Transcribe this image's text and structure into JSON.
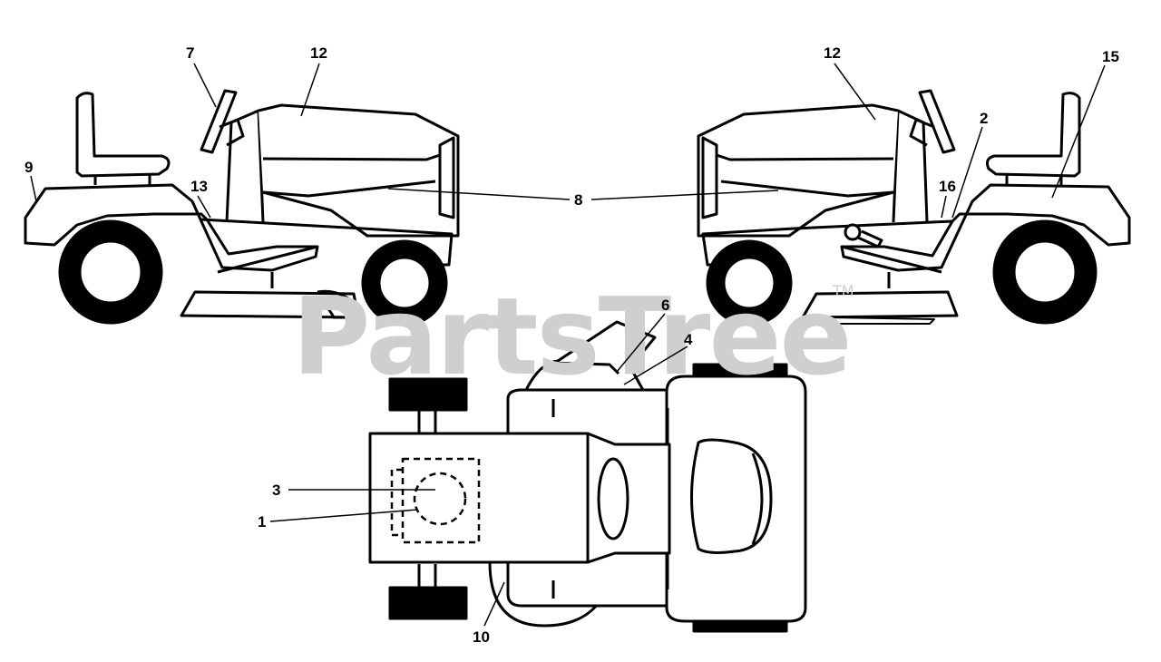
{
  "watermark": {
    "text": "PartsTree",
    "trademark": "TM"
  },
  "callouts": {
    "left_7": "7",
    "left_12": "12",
    "left_9": "9",
    "left_13": "13",
    "center_8": "8",
    "right_12": "12",
    "right_15": "15",
    "right_2": "2",
    "right_16": "16",
    "top_6": "6",
    "top_4": "4",
    "top_3": "3",
    "top_1": "1",
    "top_10": "10"
  }
}
